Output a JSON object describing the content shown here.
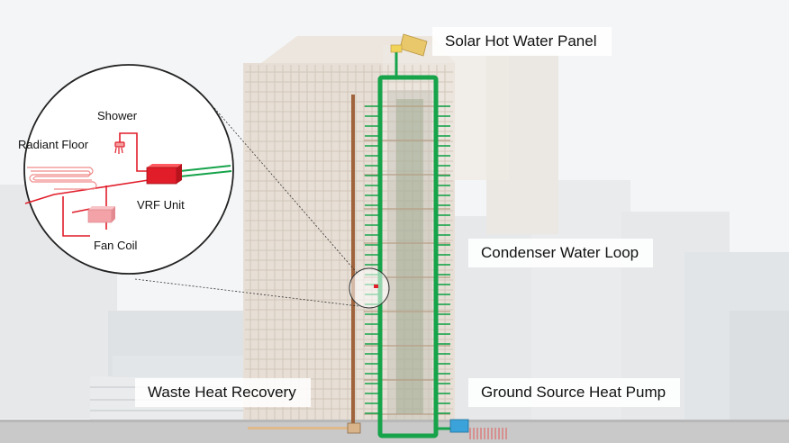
{
  "labels": {
    "solar": "Solar Hot Water Panel",
    "condenser": "Condenser Water Loop",
    "waste_heat": "Waste Heat Recovery",
    "ground_source": "Ground Source Heat Pump"
  },
  "inset": {
    "shower": "Shower",
    "radiant_floor": "Radiant Floor",
    "vrf_unit": "VRF Unit",
    "fan_coil": "Fan Coil"
  },
  "colors": {
    "loop_green": "#16a34a",
    "waste_brown": "#a0643c",
    "unit_red": "#e11d2a",
    "fan_coil_pink": "#f3a3a8",
    "ground_blue": "#3ba3d9",
    "solar_yellow": "#e8c86a"
  },
  "icons": [
    "solar-panel-icon",
    "vrf-unit-icon",
    "fan-coil-icon",
    "shower-icon",
    "radiant-floor-icon",
    "ground-heat-pump-icon",
    "waste-heat-tank-icon"
  ]
}
